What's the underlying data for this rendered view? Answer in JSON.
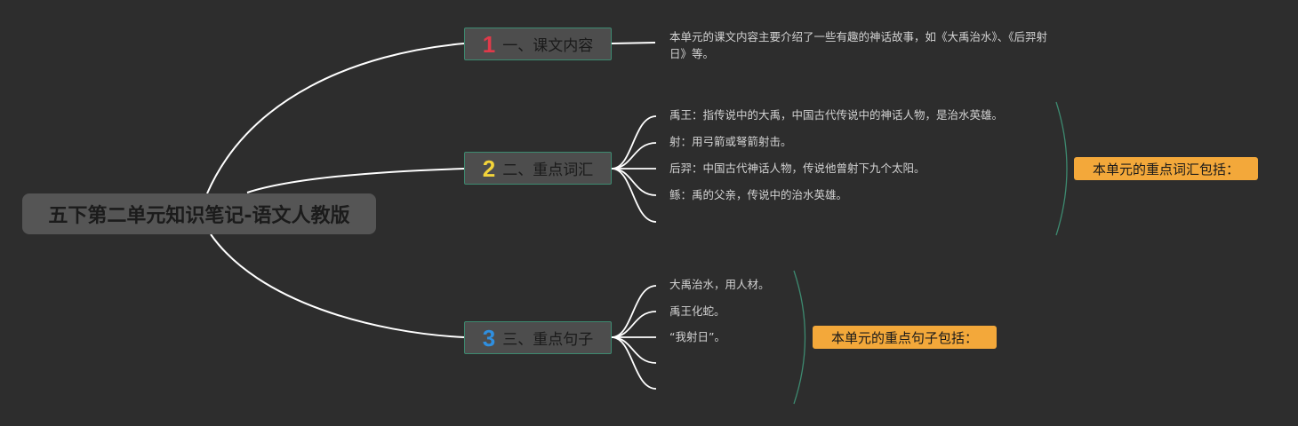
{
  "root": {
    "title": "五下第二单元知识笔记-语文人教版"
  },
  "branches": [
    {
      "number": "1",
      "number_color": "#e03a4a",
      "label": "一、课文内容",
      "leaves": [
        "本单元的课文内容主要介绍了一些有趣的神话故事，如《大禹治水》、《后羿射",
        "日》等。"
      ]
    },
    {
      "number": "2",
      "number_color": "#f3d43a",
      "label": "二、重点词汇",
      "leaves": [
        "禹王：指传说中的大禹，中国古代传说中的神话人物，是治水英雄。",
        "射：用弓箭或弩箭射击。",
        "后羿：中国古代神话人物，传说他曾射下九个太阳。",
        "鲧：禹的父亲，传说中的治水英雄。"
      ],
      "summary": "本单元的重点词汇包括："
    },
    {
      "number": "3",
      "number_color": "#2f8fe0",
      "label": "三、重点句子",
      "leaves": [
        "大禹治水，用人材。",
        "禹王化蛇。",
        "“我射日”。"
      ],
      "summary": "本单元的重点句子包括："
    }
  ],
  "colors": {
    "background": "#2d2d2d",
    "line": "#ffffff",
    "bracket": "#3d8a70",
    "summary_fill": "#f3a83a"
  }
}
